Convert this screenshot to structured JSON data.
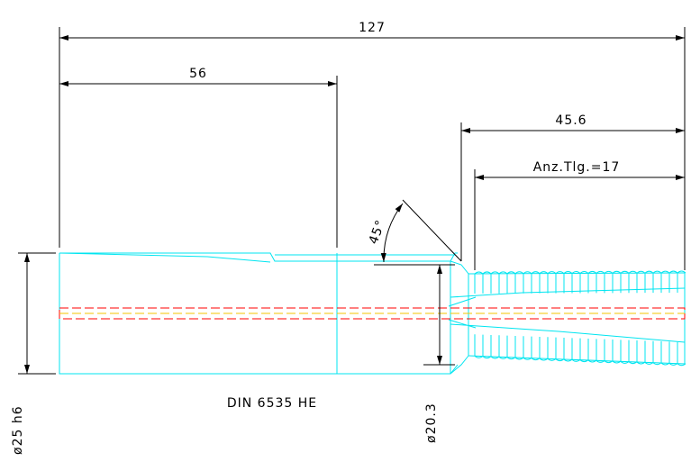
{
  "dimensions": {
    "overall_length": "127",
    "shank_length": "56",
    "cutting_length": "45.6",
    "teeth_count": "Anz.Tlg.=17",
    "chamfer_angle": "45°",
    "shank_diameter": "ø25 h6",
    "neck_diameter": "ø20.3"
  },
  "labels": {
    "shank_standard": "DIN 6535 HE"
  },
  "colors": {
    "part_outline": "#00e5f0",
    "center_line": "#ff0000",
    "hidden_line": "#f5c400",
    "dimension": "#000000"
  }
}
